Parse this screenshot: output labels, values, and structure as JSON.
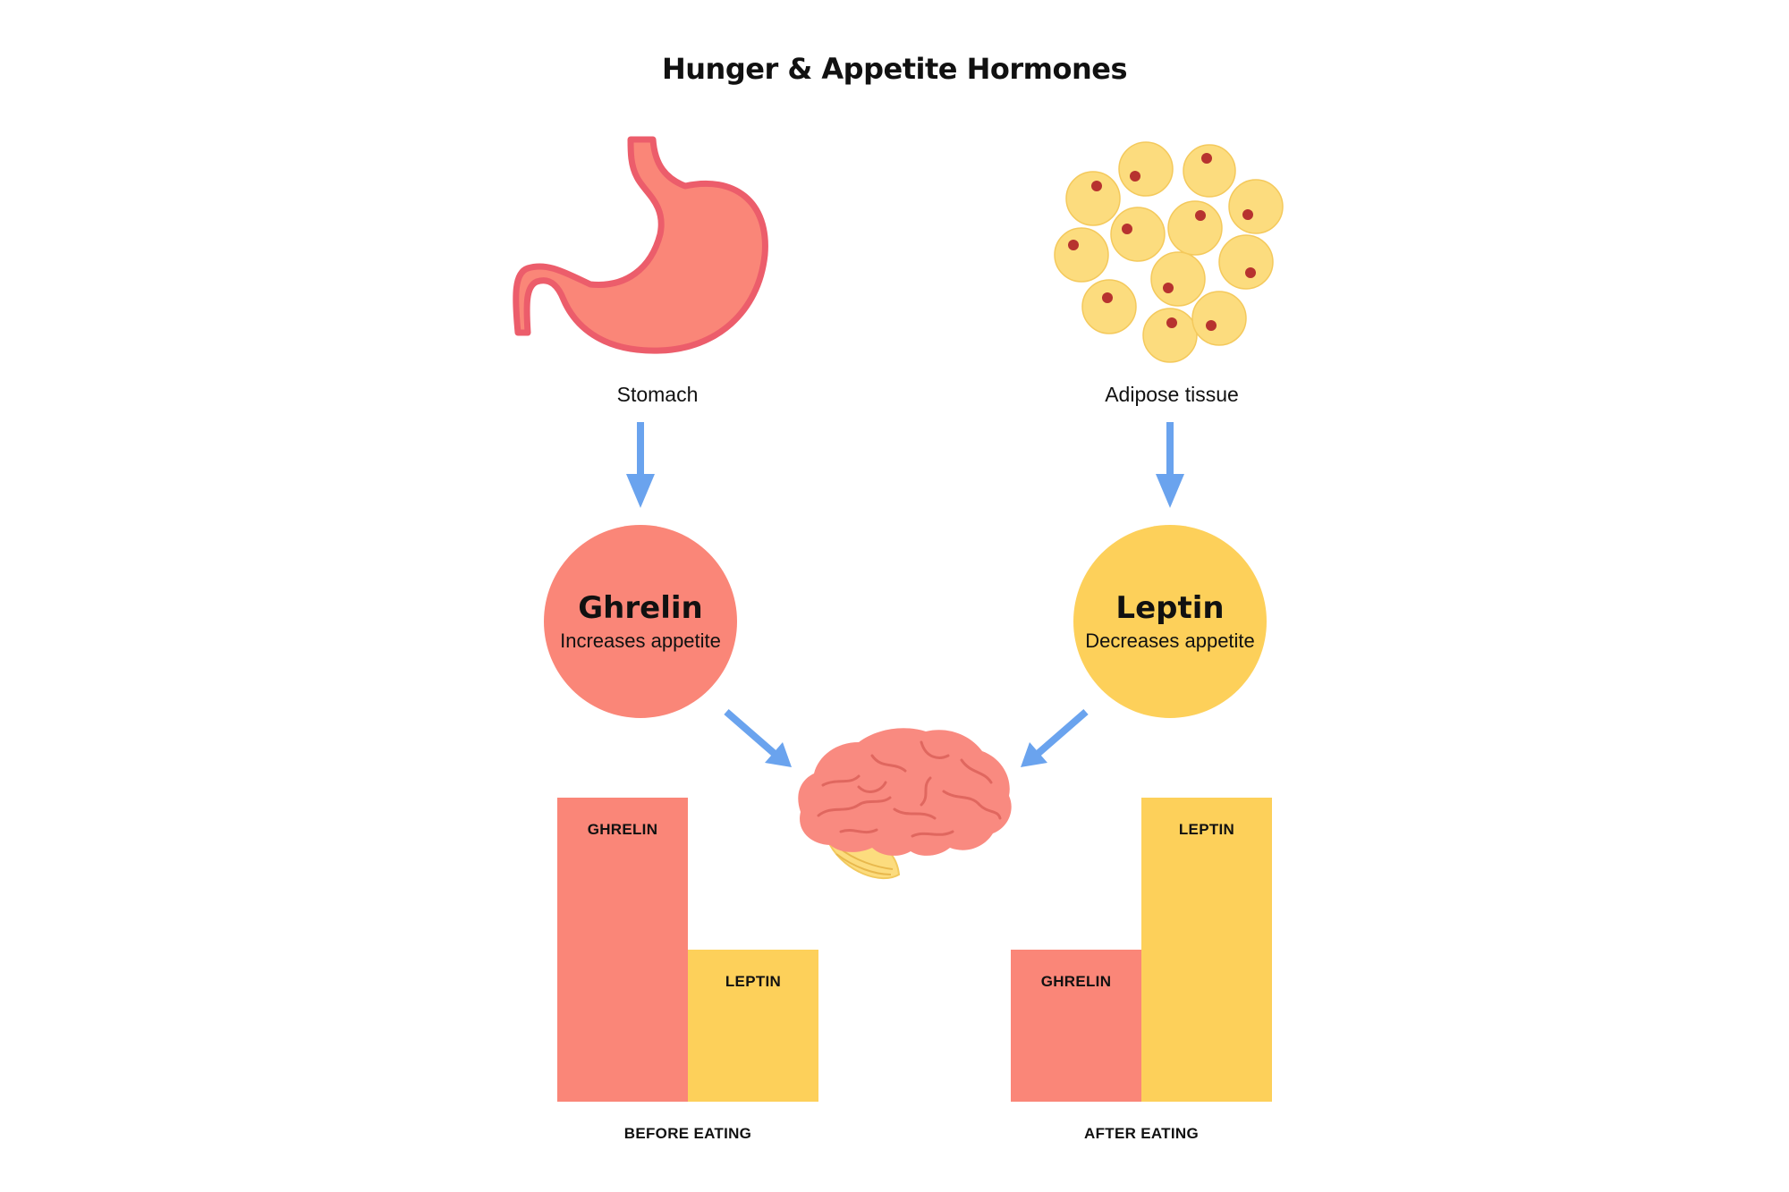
{
  "title": "Hunger & Appetite Hormones",
  "sources": {
    "stomach": "Stomach",
    "adipose": "Adipose tissue"
  },
  "hormones": {
    "ghrelin": {
      "name": "Ghrelin",
      "effect": "Increases appetite",
      "color": "#FA8678"
    },
    "leptin": {
      "name": "Leptin",
      "effect": "Decreases appetite",
      "color": "#FDD05A"
    }
  },
  "colors": {
    "arrow": "#6AA3EE",
    "stomach_fill": "#FA8678",
    "stomach_outline": "#EC5D6B",
    "fat_cell": "#FCDC7E",
    "fat_nucleus": "#B7322F",
    "brain": "#F98A80",
    "cerebellum": "#FCDC7E"
  },
  "chart_data": [
    {
      "type": "bar",
      "title": "BEFORE EATING",
      "categories": [
        "GHRELIN",
        "LEPTIN"
      ],
      "values": [
        2,
        1
      ],
      "colors": [
        "#FA8678",
        "#FDD05A"
      ]
    },
    {
      "type": "bar",
      "title": "AFTER EATING",
      "categories": [
        "GHRELIN",
        "LEPTIN"
      ],
      "values": [
        1,
        2
      ],
      "colors": [
        "#FA8678",
        "#FDD05A"
      ]
    }
  ]
}
